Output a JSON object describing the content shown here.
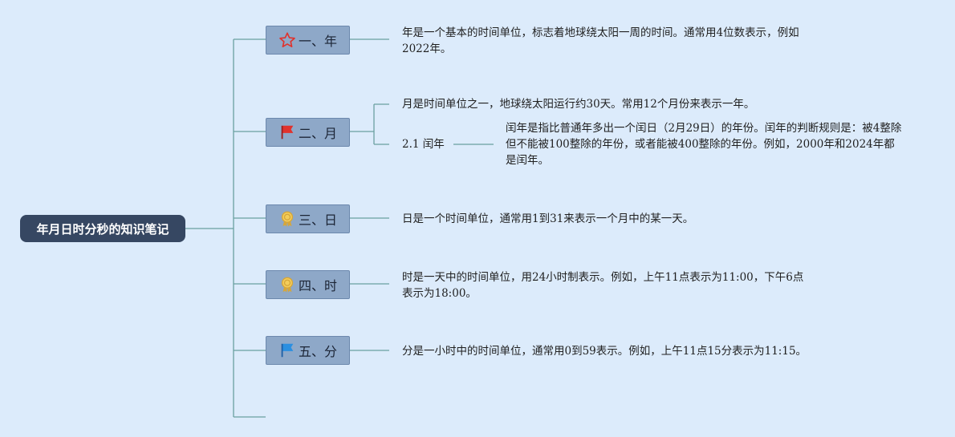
{
  "root": {
    "title": "年月日时分秒的知识笔记"
  },
  "colors": {
    "background": "#dcebfb",
    "root_fill": "#364762",
    "branch_fill": "#8ea8c8",
    "connector": "#6aa0a0"
  },
  "branches": [
    {
      "icon": "star-outline-icon",
      "label": "一、年",
      "note": "年是一个基本的时间单位，标志着地球绕太阳一周的时间。通常用4位数表示，例如2022年。"
    },
    {
      "icon": "red-flag-icon",
      "label": "二、月",
      "note": "月是时间单位之一，地球绕太阳运行约30天。常用12个月份来表示一年。",
      "subtopic": {
        "label": "2.1 闰年",
        "note": "闰年是指比普通年多出一个闰日（2月29日）的年份。闰年的判断规则是：被4整除但不能被100整除的年份，或者能被400整除的年份。例如，2000年和2024年都是闰年。"
      }
    },
    {
      "icon": "gold-medal-icon",
      "label": "三、日",
      "note": "日是一个时间单位，通常用1到31来表示一个月中的某一天。"
    },
    {
      "icon": "gold-medal-icon",
      "label": "四、时",
      "note": "时是一天中的时间单位，用24小时制表示。例如，上午11点表示为11:00，下午6点表示为18:00。"
    },
    {
      "icon": "blue-flag-icon",
      "label": "五、分",
      "note": "分是一小时中的时间单位，通常用0到59表示。例如，上午11点15分表示为11:15。"
    }
  ]
}
